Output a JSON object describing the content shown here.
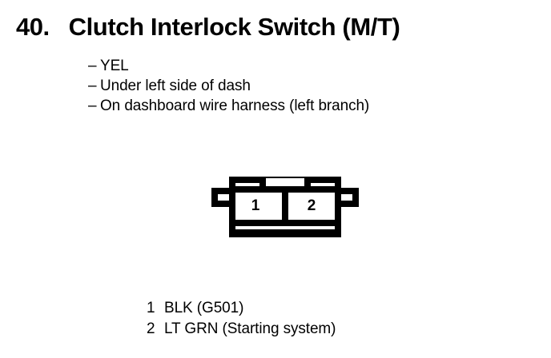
{
  "heading": {
    "number": "40.",
    "title": "Clutch Interlock Switch (M/T)"
  },
  "details": [
    {
      "marker": "–",
      "text": "YEL"
    },
    {
      "marker": "–",
      "text": "Under left side of dash"
    },
    {
      "marker": "–",
      "text": "On dashboard wire harness (left branch)"
    }
  ],
  "connector": {
    "cavities": [
      {
        "number": "1"
      },
      {
        "number": "2"
      }
    ],
    "outline_color": "#000000",
    "fill_color": "#ffffff"
  },
  "legend": [
    {
      "pin": "1",
      "text": "BLK (G501)"
    },
    {
      "pin": "2",
      "text": "LT GRN (Starting system)"
    }
  ]
}
